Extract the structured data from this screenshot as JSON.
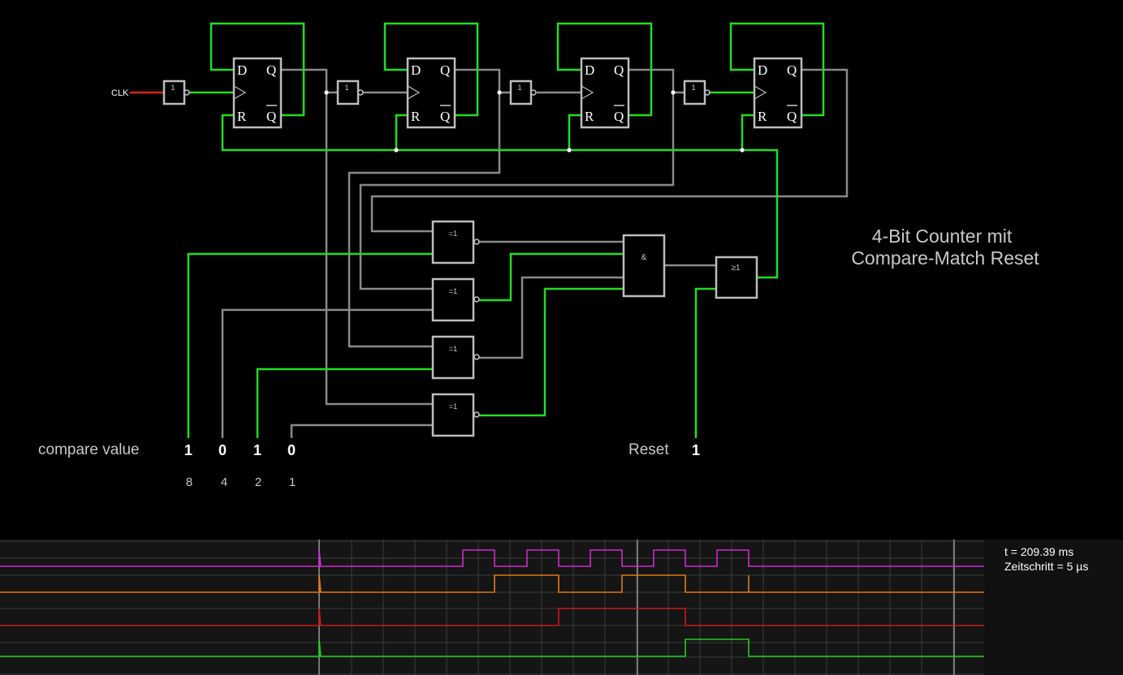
{
  "title": [
    "4-Bit Counter mit",
    "Compare-Match Reset"
  ],
  "clk_label": "CLK",
  "ff_pins": {
    "d": "D",
    "q": "Q",
    "r": "R",
    "qbar": "Q"
  },
  "inverter_label": "1",
  "xnor_label": "=1",
  "and_label": "&",
  "or_label": "≥1",
  "compare": {
    "label": "compare value",
    "bits": [
      {
        "value": "1",
        "weight": "8",
        "state": 1
      },
      {
        "value": "0",
        "weight": "4",
        "state": 0
      },
      {
        "value": "1",
        "weight": "2",
        "state": 1
      },
      {
        "value": "0",
        "weight": "1",
        "state": 0
      }
    ]
  },
  "reset": {
    "label": "Reset",
    "value": "1",
    "state": 1
  },
  "scope": {
    "time": "t = 209.39 ms",
    "step": "Zeitschritt = 5 µs",
    "colors": {
      "bg": "#151515",
      "panel": "#111111",
      "grid": "#3a3a3a",
      "cursor": "#777777",
      "magenta": "#d02ad0",
      "orange": "#e07a10",
      "red": "#cc1a1a",
      "green": "#22cc22"
    }
  },
  "colors": {
    "wire_high": "#22dd22",
    "wire_low": "#8a8a8a",
    "clk_wire": "#dd2222",
    "component": "#bdbdbd",
    "label": "#c8c8c8"
  }
}
